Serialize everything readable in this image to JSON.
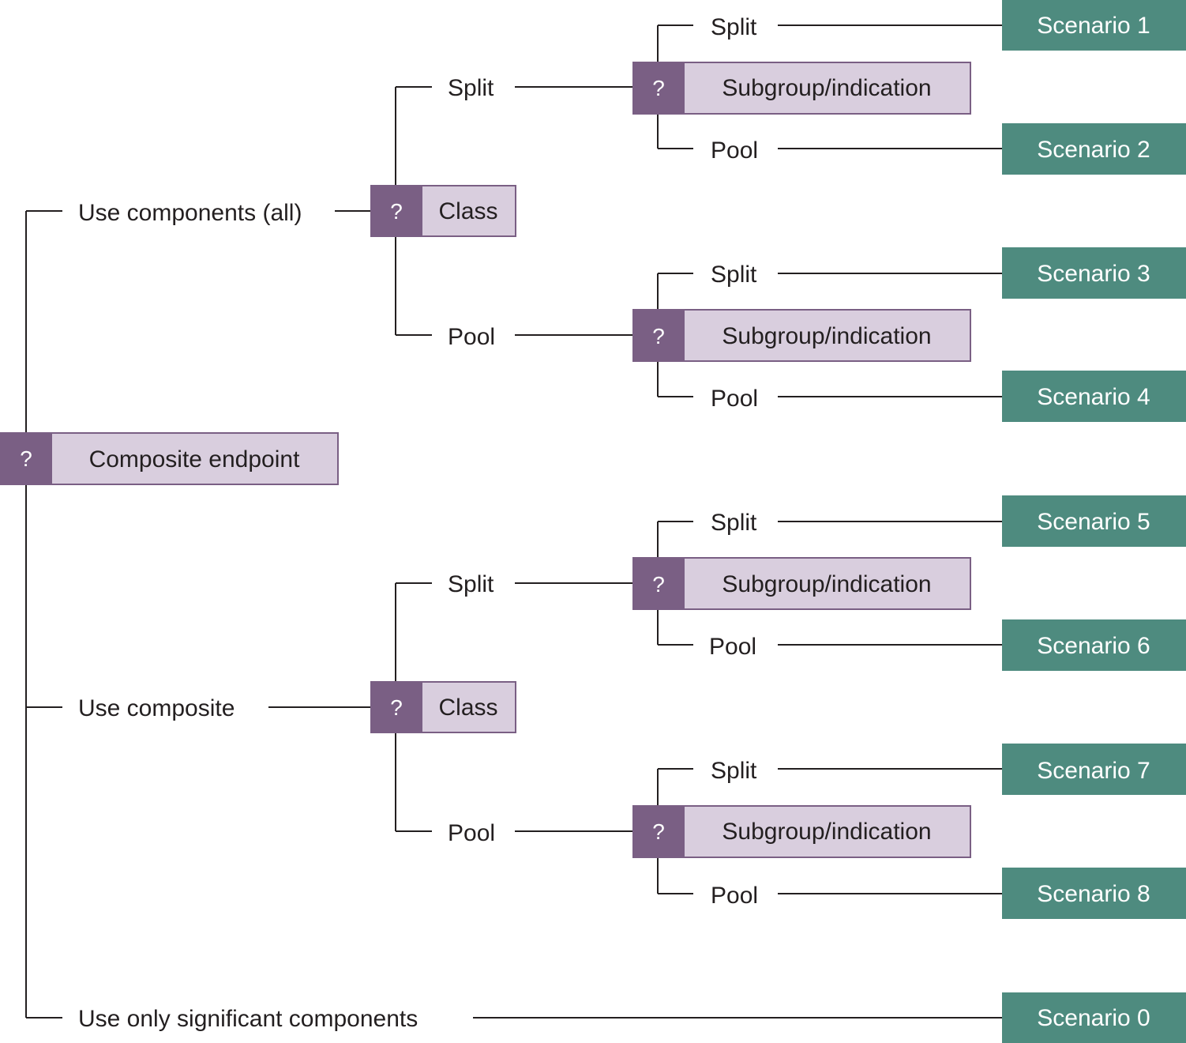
{
  "colors": {
    "decision_marker": "#7a5f84",
    "decision_fill": "#d9cede",
    "scenario_fill": "#4e8b7f",
    "line": "#231f20"
  },
  "root": {
    "marker": "?",
    "label": "Composite endpoint"
  },
  "branches": {
    "components_all": "Use components (all)",
    "composite": "Use composite",
    "significant": "Use only significant components"
  },
  "class_nodes": [
    {
      "marker": "?",
      "label": "Class"
    },
    {
      "marker": "?",
      "label": "Class"
    }
  ],
  "class_options": [
    {
      "split": "Split",
      "pool": "Pool"
    },
    {
      "split": "Split",
      "pool": "Pool"
    }
  ],
  "subgroup_nodes": [
    {
      "marker": "?",
      "label": "Subgroup/indication",
      "split": "Split",
      "pool": "Pool"
    },
    {
      "marker": "?",
      "label": "Subgroup/indication",
      "split": "Split",
      "pool": "Pool"
    },
    {
      "marker": "?",
      "label": "Subgroup/indication",
      "split": "Split",
      "pool": "Pool"
    },
    {
      "marker": "?",
      "label": "Subgroup/indication",
      "split": "Split",
      "pool": "Pool"
    }
  ],
  "scenarios": [
    "Scenario 1",
    "Scenario 2",
    "Scenario 3",
    "Scenario 4",
    "Scenario 5",
    "Scenario 6",
    "Scenario 7",
    "Scenario 8",
    "Scenario 0"
  ]
}
